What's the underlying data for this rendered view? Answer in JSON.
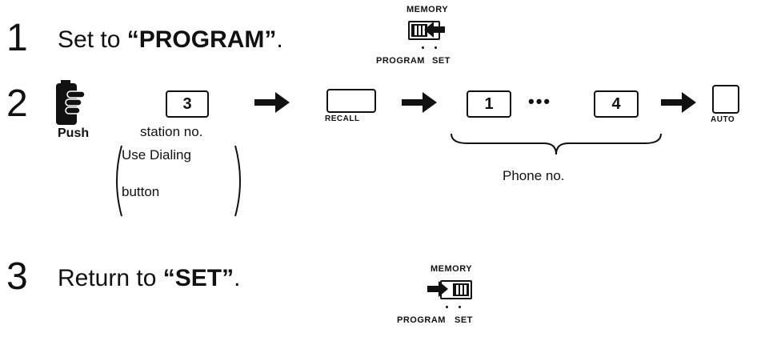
{
  "step1": {
    "number": "1",
    "text_prefix": "Set to ",
    "text_bold": "“PROGRAM”",
    "text_suffix": ".",
    "switch": {
      "top_label": "MEMORY",
      "bottom_left": "PROGRAM",
      "bottom_right": "SET",
      "icon": "slide-switch-left-arrow-icon"
    }
  },
  "step2": {
    "number": "2",
    "push_label": "Push",
    "push_icon": "hand-pushing-icon",
    "station_key": "3",
    "station_label": "station no.",
    "dialing_note_line1": "Use Dialing",
    "dialing_note_line2": "button",
    "recall_label": "RECALL",
    "phone_first_key": "1",
    "ellipsis": "•••",
    "phone_last_key": "4",
    "phone_label": "Phone no.",
    "auto_label": "AUTO",
    "arrow_icon": "right-arrow-icon"
  },
  "step3": {
    "number": "3",
    "text_prefix": "Return to ",
    "text_bold": "“SET”",
    "text_suffix": ".",
    "switch": {
      "top_label": "MEMORY",
      "bottom_left": "PROGRAM",
      "bottom_right": "SET",
      "icon": "slide-switch-right-arrow-icon"
    }
  }
}
